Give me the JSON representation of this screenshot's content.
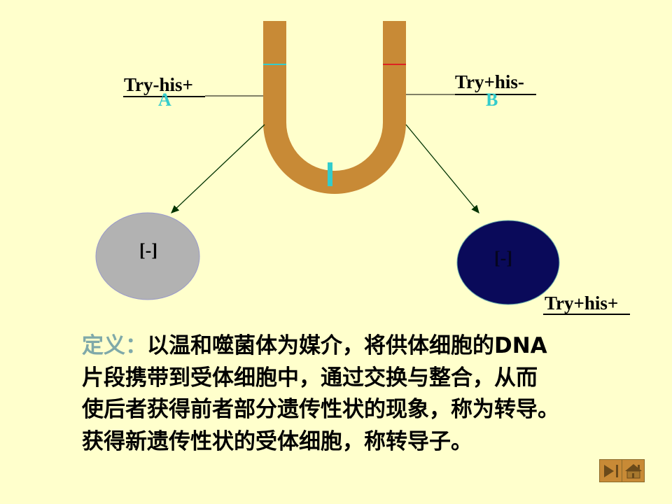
{
  "labels": {
    "left_strain": "Try-his+",
    "left_letter": "A",
    "right_strain": "Try+his-",
    "right_letter": "B",
    "result_strain": "Try+his+",
    "left_cell": "[-]",
    "right_cell": "[-]"
  },
  "definition": {
    "head": "定义：",
    "lines": [
      "以温和噬菌体为媒介，将供体细胞的DNA",
      "片段携带到受体细胞中，通过交换与整合，从而",
      "使后者获得前者部分遗传性状的现象，称为转导。",
      "获得新遗传性状的受体细胞，称转导子。"
    ]
  },
  "colors": {
    "tube": "#C88A36",
    "marker": "#33CCCC",
    "filter": "#DD2222",
    "left_cell": "#B2B2B2",
    "right_cell": "#0A0A5A",
    "background": "#FFFFCC"
  },
  "nav": {
    "next_icon": "play-end-icon",
    "home_icon": "home-icon"
  }
}
